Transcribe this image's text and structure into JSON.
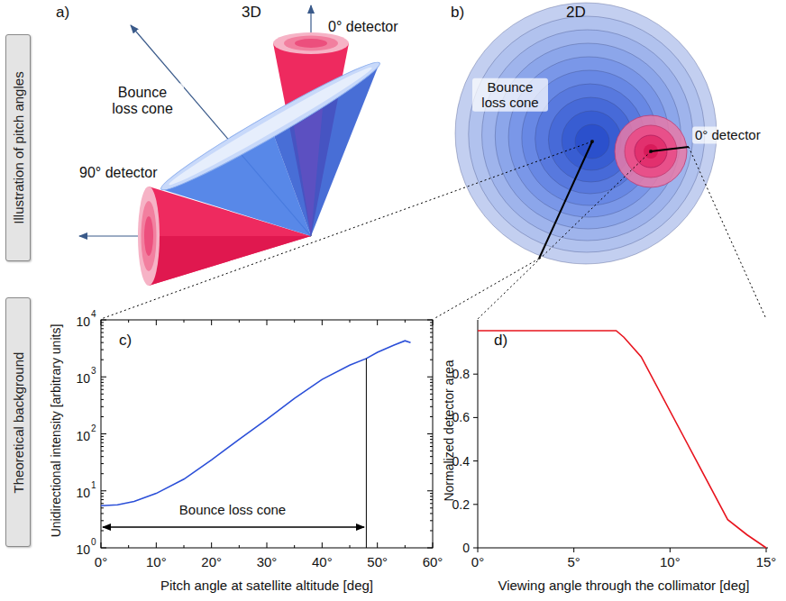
{
  "diagram": {
    "nodes": [
      {
        "text": [
          "Illustration of pitch angles"
        ]
      },
      {
        "text": [
          "Theoretical background"
        ]
      }
    ],
    "labels": [
      "a)",
      "3D",
      "0° detector",
      "Bounce loss cone",
      "90° detector",
      "b)",
      "2D",
      "Bounce loss cone",
      "0° detector",
      "c)",
      "10",
      "4",
      "10",
      "3",
      "10",
      "2",
      "10",
      "1",
      "10",
      "0",
      "Unidirectional intensity [arbitrary units]",
      "Bounce loss cone",
      "0°",
      "10°",
      "20°",
      "30°",
      "40°",
      "50°",
      "60°",
      "Pitch angle at satellite altitude [deg]",
      "d)",
      "0.8",
      "0.6",
      "0.4",
      "0.2",
      "0",
      "Normalized detector area",
      "0°",
      "5°",
      "10°",
      "15°",
      "Viewing angle through the collimator [deg]"
    ]
  }
}
